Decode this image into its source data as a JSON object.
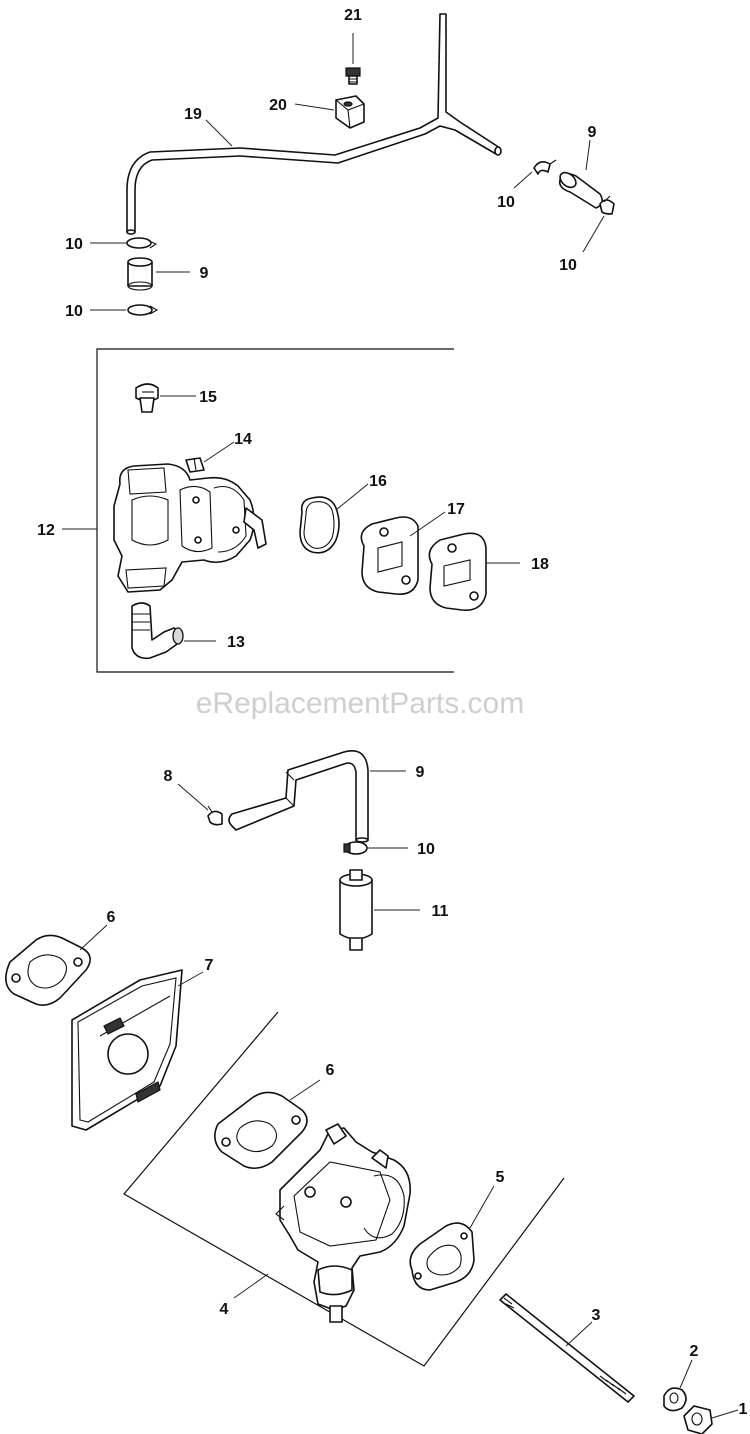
{
  "watermark": "eReplacementParts.com",
  "callouts": [
    {
      "id": "c21",
      "label": "21"
    },
    {
      "id": "c20",
      "label": "20"
    },
    {
      "id": "c19",
      "label": "19"
    },
    {
      "id": "c9a",
      "label": "9"
    },
    {
      "id": "c10a",
      "label": "10"
    },
    {
      "id": "c10b",
      "label": "10"
    },
    {
      "id": "c10c",
      "label": "10"
    },
    {
      "id": "c9b",
      "label": "9"
    },
    {
      "id": "c10d",
      "label": "10"
    },
    {
      "id": "c15",
      "label": "15"
    },
    {
      "id": "c14",
      "label": "14"
    },
    {
      "id": "c12",
      "label": "12"
    },
    {
      "id": "c16",
      "label": "16"
    },
    {
      "id": "c17",
      "label": "17"
    },
    {
      "id": "c18",
      "label": "18"
    },
    {
      "id": "c13",
      "label": "13"
    },
    {
      "id": "c8",
      "label": "8"
    },
    {
      "id": "c9c",
      "label": "9"
    },
    {
      "id": "c10e",
      "label": "10"
    },
    {
      "id": "c11",
      "label": "11"
    },
    {
      "id": "c6a",
      "label": "6"
    },
    {
      "id": "c7",
      "label": "7"
    },
    {
      "id": "c6b",
      "label": "6"
    },
    {
      "id": "c5",
      "label": "5"
    },
    {
      "id": "c3",
      "label": "3"
    },
    {
      "id": "c4",
      "label": "4"
    },
    {
      "id": "c2",
      "label": "2"
    },
    {
      "id": "c1",
      "label": "1"
    }
  ]
}
